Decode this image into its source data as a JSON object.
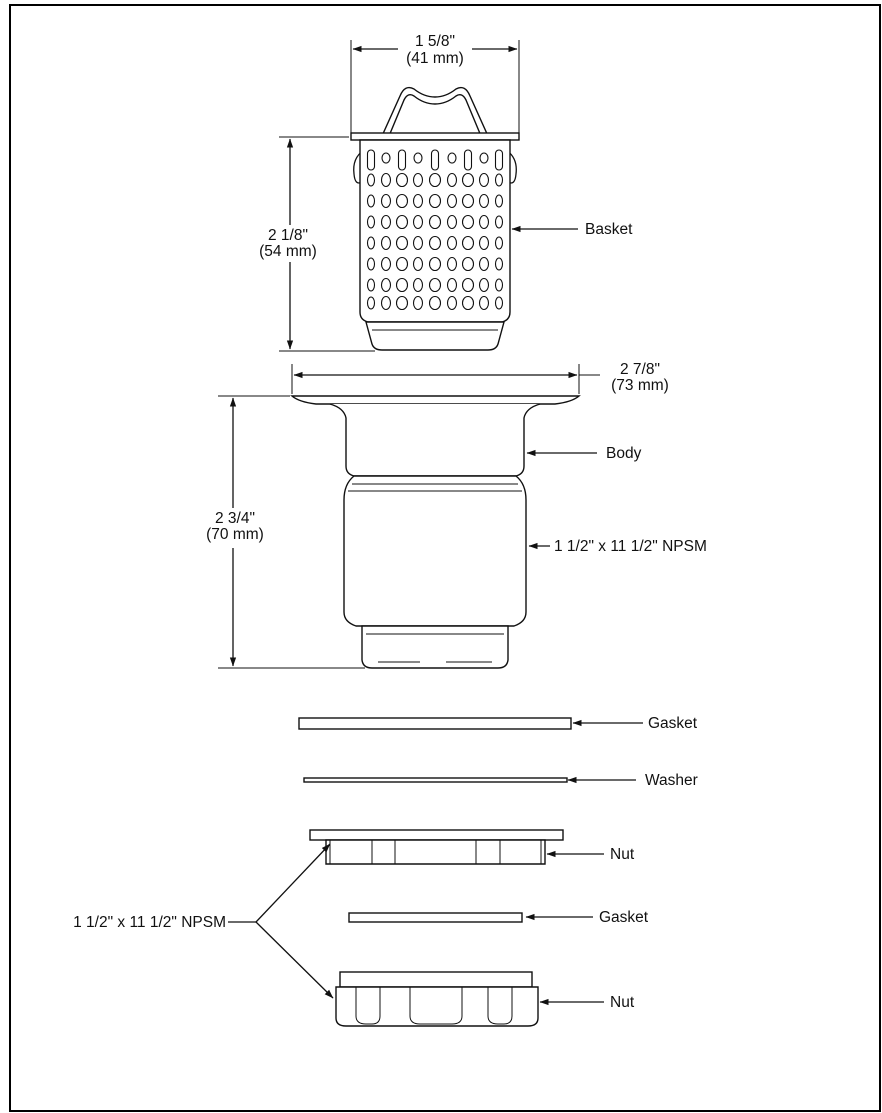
{
  "dimensions": {
    "basket_width": {
      "imperial": "1 5/8\"",
      "metric": "(41 mm)"
    },
    "basket_height": {
      "imperial": "2 1/8\"",
      "metric": "(54 mm)"
    },
    "flange_width": {
      "imperial": "2 7/8\"",
      "metric": "(73 mm)"
    },
    "body_height": {
      "imperial": "2 3/4\"",
      "metric": "(70 mm)"
    }
  },
  "labels": {
    "basket": "Basket",
    "body": "Body",
    "body_thread": "1 1/2\" x 11 1/2\" NPSM",
    "gasket_top": "Gasket",
    "washer": "Washer",
    "nut_top": "Nut",
    "nut_thread": "1 1/2\" x 11 1/2\" NPSM",
    "gasket_bottom": "Gasket",
    "nut_bottom": "Nut"
  }
}
